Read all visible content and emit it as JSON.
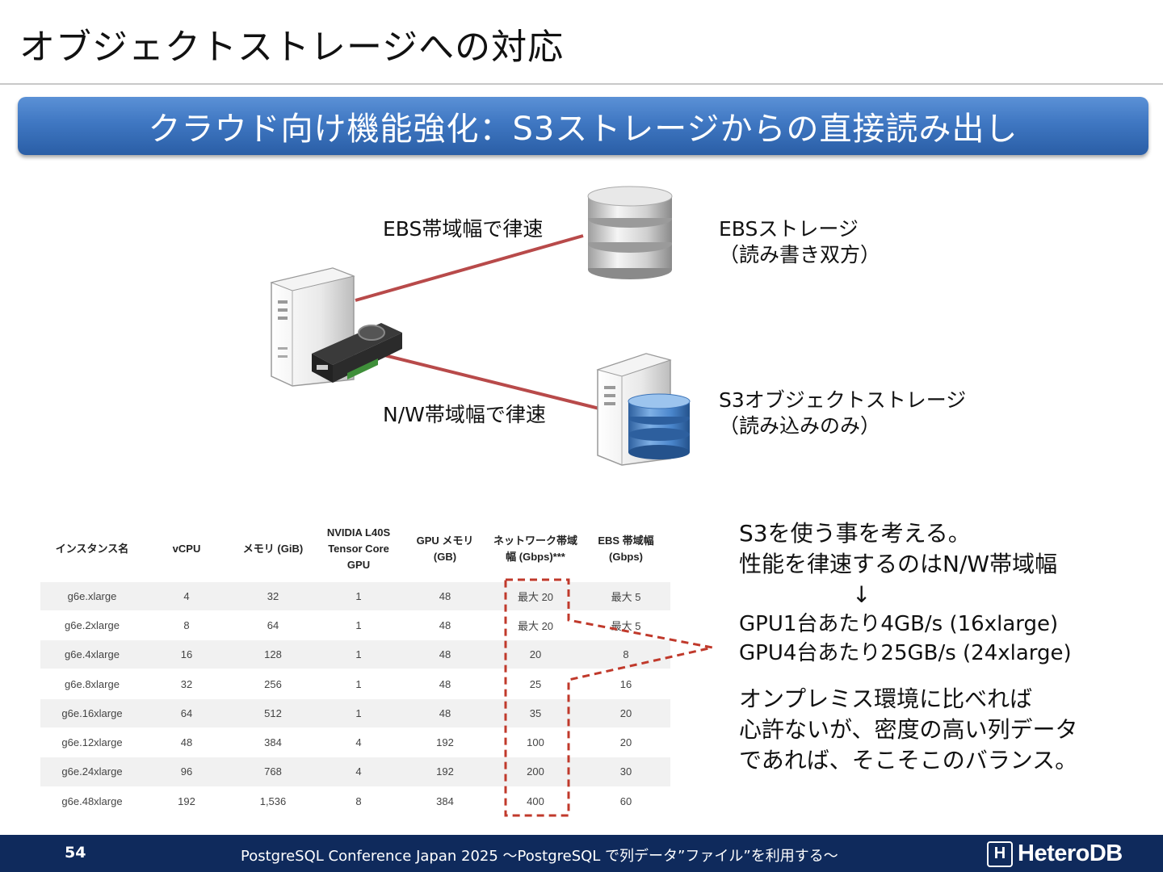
{
  "title": "オブジェクトストレージへの対応",
  "banner": "クラウド向け機能強化：S3ストレージからの直接読み出し",
  "diagram": {
    "ebs_link_label": "EBS帯域幅で律速",
    "nw_link_label": "N/W帯域幅で律速",
    "ebs_storage_name": "EBSストレージ",
    "ebs_storage_note": "（読み書き双方）",
    "s3_storage_name": "S3オブジェクトストレージ",
    "s3_storage_note": "（読み込みのみ）",
    "icons": [
      "server-icon",
      "gpu-card-icon",
      "database-icon",
      "server-with-database-icon"
    ],
    "colors": {
      "link_line": "#b84a4a",
      "db_grey": "#bdbdbd",
      "db_blue": "#3d74b8"
    }
  },
  "table": {
    "headers": [
      "インスタンス名",
      "vCPU",
      "メモリ (GiB)",
      "NVIDIA L40S Tensor Core GPU",
      "GPU メモリ (GB)",
      "ネットワーク帯域幅 (Gbps)***",
      "EBS 帯域幅 (Gbps)"
    ],
    "rows": [
      [
        "g6e.xlarge",
        "4",
        "32",
        "1",
        "48",
        "最大 20",
        "最大 5"
      ],
      [
        "g6e.2xlarge",
        "8",
        "64",
        "1",
        "48",
        "最大 20",
        "最大 5"
      ],
      [
        "g6e.4xlarge",
        "16",
        "128",
        "1",
        "48",
        "20",
        "8"
      ],
      [
        "g6e.8xlarge",
        "32",
        "256",
        "1",
        "48",
        "25",
        "16"
      ],
      [
        "g6e.16xlarge",
        "64",
        "512",
        "1",
        "48",
        "35",
        "20"
      ],
      [
        "g6e.12xlarge",
        "48",
        "384",
        "4",
        "192",
        "100",
        "20"
      ],
      [
        "g6e.24xlarge",
        "96",
        "768",
        "4",
        "192",
        "200",
        "30"
      ],
      [
        "g6e.48xlarge",
        "192",
        "1,536",
        "8",
        "384",
        "400",
        "60"
      ]
    ],
    "callout_color": "#c0392b"
  },
  "notes": {
    "line1": "S3を使う事を考える。",
    "line2": "性能を律速するのはN/W帯域幅",
    "arrow": "↓",
    "line3": "GPU1台あたり4GB/s (16xlarge)",
    "line4": "GPU4台あたり25GB/s (24xlarge)",
    "line5": "オンプレミス環境に比べれば",
    "line6": "心許ないが、密度の高い列データ",
    "line7": "であれば、そこそこのバランス。"
  },
  "footer": {
    "page_number": "54",
    "text": "PostgreSQL Conference Japan 2025 ～PostgreSQL で列データ”ファイル”を利用する～",
    "logo_text": "HeteroDB",
    "logo_mark": "H"
  }
}
